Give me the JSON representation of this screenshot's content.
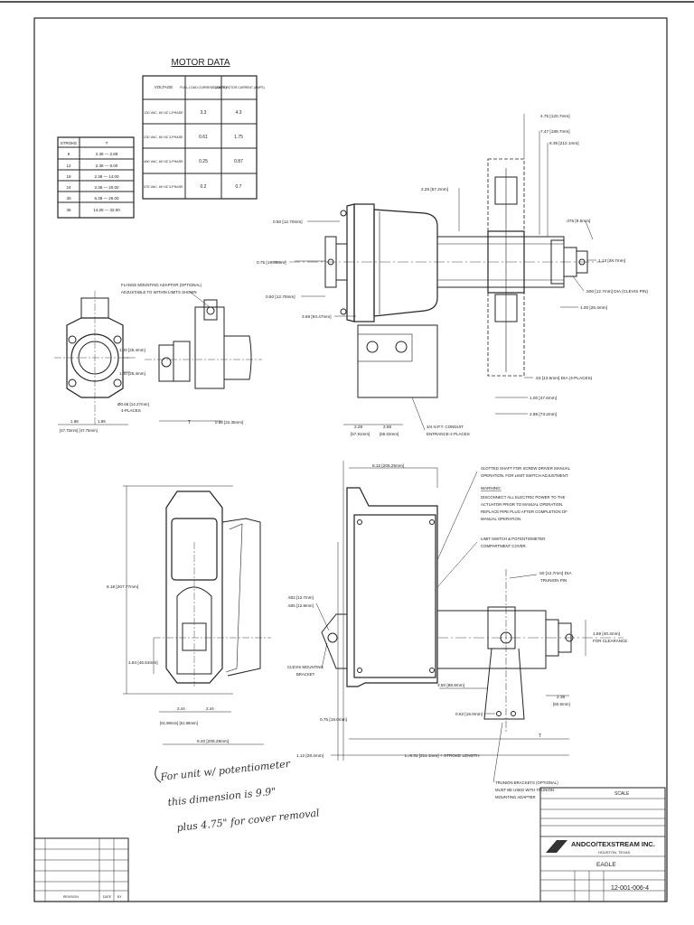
{
  "motor_data": {
    "title": "MOTOR DATA",
    "headers": [
      "VOLTAGE",
      "FULL LOAD CURRENT (AMPS)",
      "LOCKED ROTOR CURRENT (AMPS)"
    ],
    "rows": [
      [
        "120 VAC, 60 HZ 1-PHASE",
        "3.3",
        "4.3"
      ],
      [
        "230 VAC, 60 HZ 3-PHASE",
        "0.61",
        "1.75"
      ],
      [
        "460 VAC, 60 HZ 3-PHASE",
        "0.25",
        "0.87"
      ],
      [
        "575 VAC, 60 HZ 3-PHASE",
        "0.2",
        "0.7"
      ]
    ]
  },
  "stroke_table": {
    "headers": [
      "STROKE",
      "T"
    ],
    "rows": [
      [
        "6",
        "2.38 — 2.88"
      ],
      [
        "12",
        "2.38 — 8.00"
      ],
      [
        "18",
        "2.38 — 14.00"
      ],
      [
        "24",
        "2.38 — 20.00"
      ],
      [
        "30",
        "6.38 — 26.00"
      ],
      [
        "36",
        "14.28 — 32.00"
      ]
    ]
  },
  "dims": {
    "d475": "4.75 [120.7mm]",
    "d747": "7.47 [189.7mm]",
    "d835": "8.35 [212.1mm]",
    "d225": "2.25 [57.2mm]",
    "d050a": "0.50 [12.70mm]",
    "d075": "0.75 [19.05mm]",
    "d050b": "0.50 [12.70mm]",
    "d369": "3.69 [93.47mm]",
    "d375": ".375 [9.5mm]",
    "d113": "1.13 [28.7mm]",
    "d500": ".500 [12.7mm] DIA (CLEVIS PIN)",
    "d100a": "1.00 [25.4mm]",
    "d53": ".53 [13.5mm] DIA (4-PLACES)",
    "d100b": "1.00 [47.6mm]",
    "d288": "2.88 [73.2mm]",
    "d228": "2.28",
    "d228mm": "[57.91mm]",
    "d256": "2.56",
    "d256mm": "[65.02mm]",
    "npt": "3/4 N.P.T. CONDUIT",
    "npt2": "ENTRANCE-2 PLACES",
    "d100c": "1.00 [25.4mm]",
    "d100d": "1.00 [25.4mm]",
    "d656": "Ø0.56 [14.27mm]",
    "d656b": "4-PLACES",
    "d188a": "1.88",
    "d188b": "1.88",
    "d188mm": "[47.75mm]  [47.75mm]",
    "t_label": "T",
    "d088": "0.88 [22.35mm]",
    "d812": "8.12 [206.25mm]",
    "d818": "8.18 [207.77mm]",
    "d184": "1.84 [46.53mm]",
    "d502": ".502 [12.7mm]",
    "d505": ".505 [12.8mm]",
    "trunion": ".50 [12.7mm] DIA",
    "trunion2": "TRUNION PIN",
    "d159": "1.59 [40.4mm]",
    "d159b": "FOR CLEARANCE",
    "d350": "3.50 [88.9mm]",
    "d062": "0.62 [16.0mm]",
    "d238": "2.38",
    "d238mm": "[60.5mm]",
    "d075b": "0.75 [19.0mm]",
    "d244a": "2.44",
    "d244b": "2.44",
    "d244mm": "[61.98mm]  [61.98mm]",
    "d820": "8.20 [208.28mm]",
    "d112": "1.12 [28.4mm]",
    "lstroke": "L=8.31 [211.1mm] + STROKE LENGTH"
  },
  "notes": {
    "flange1": "FLANGE MOUNTING ADAPTOR (OPTIONAL)",
    "flange2": "ADJUSTABLE TO WITHIN LIMITS SHOWN",
    "slot1": "SLOTTED SHAFT FOR SCREW DRIVER MANUAL",
    "slot2": "OPERATION. FOR LIMIT SWITCH ADJUSTMENT.",
    "warn_title": "WARNING:",
    "warn1": "DISCONNECT ALL ELECTRIC POWER TO THE",
    "warn2": "ACTUATOR PRIOR TO MANUAL OPERATION.",
    "warn3": "REPLACE PIPE PLUG AFTER COMPLETION OF",
    "warn4": "MANUAL OPERATION.",
    "limit1": "LIMIT SWITCH & POTENTIOMETER",
    "limit2": "COMPARTMENT COVER.",
    "clevis1": "CLEVIS MOUNTING",
    "clevis2": "BRACKET",
    "tb1": "TRUNION BRACKETS (OPTIONAL)",
    "tb2": "MUST BE USED WITH TRUNION",
    "tb3": "MOUNTING ADAPTER",
    "hand1": "For unit w/ potentiometer",
    "hand2": "this dimension is 9.9\"",
    "hand3": "plus 4.75\" for cover removal"
  },
  "title_block": {
    "scale": "SCALE",
    "company": "ANDCO/TEXSTREAM INC.",
    "city": "HOUSTON, TEXAS",
    "product": "EAGLE",
    "dwg_no": "12-001-006-4",
    "revision_label": "REVISION",
    "date_label": "DATE",
    "by_label": "BY"
  }
}
